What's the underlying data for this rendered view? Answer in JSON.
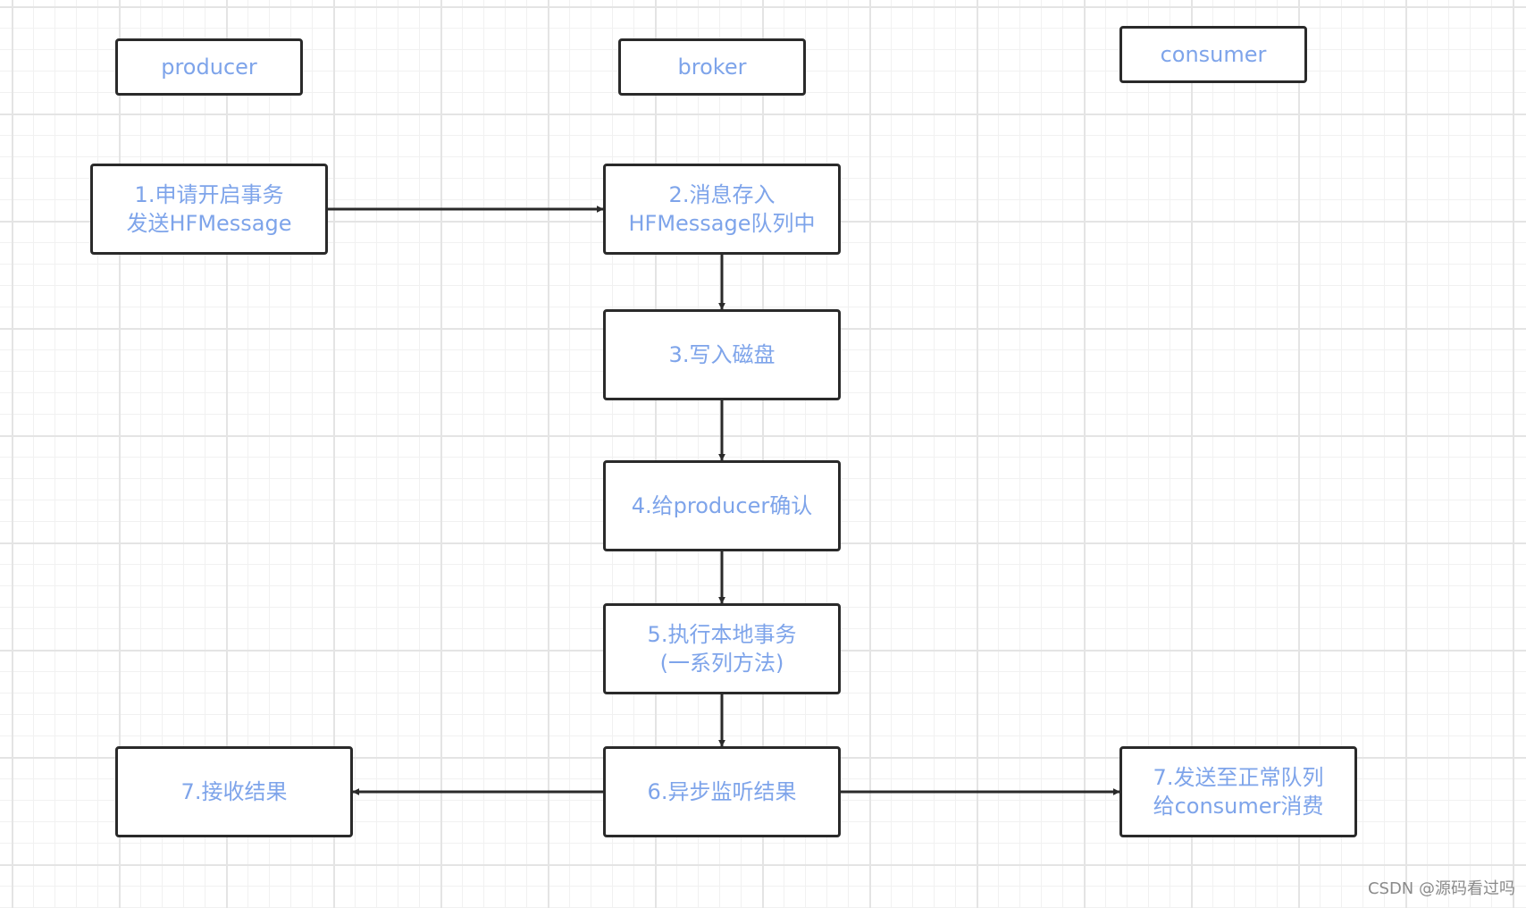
{
  "lanes": {
    "producer": "producer",
    "broker": "broker",
    "consumer": "consumer"
  },
  "steps": {
    "step1": [
      "1.申请开启事务",
      "发送HFMessage"
    ],
    "step2": [
      "2.消息存入",
      "HFMessage队列中"
    ],
    "step3": [
      "3.写入磁盘"
    ],
    "step4": [
      "4.给producer确认"
    ],
    "step5": [
      "5.执行本地事务",
      "(一系列方法)"
    ],
    "step6": [
      "6.异步监听结果"
    ],
    "step7_producer": [
      "7.接收结果"
    ],
    "step7_consumer": [
      "7.发送至正常队列",
      "给consumer消费"
    ]
  },
  "watermark": "CSDN @源码看过吗",
  "colors": {
    "text": "#7ea4ea",
    "border": "#2a2a2a",
    "arrow": "#2a2a2a",
    "grid_major": "#e4e4e4",
    "grid_minor": "#f1f1f1"
  },
  "edges": [
    {
      "from": "step1",
      "to": "step2"
    },
    {
      "from": "step2",
      "to": "step3"
    },
    {
      "from": "step3",
      "to": "step4"
    },
    {
      "from": "step4",
      "to": "step5"
    },
    {
      "from": "step5",
      "to": "step6"
    },
    {
      "from": "step6",
      "to": "step7_producer"
    },
    {
      "from": "step6",
      "to": "step7_consumer"
    }
  ]
}
